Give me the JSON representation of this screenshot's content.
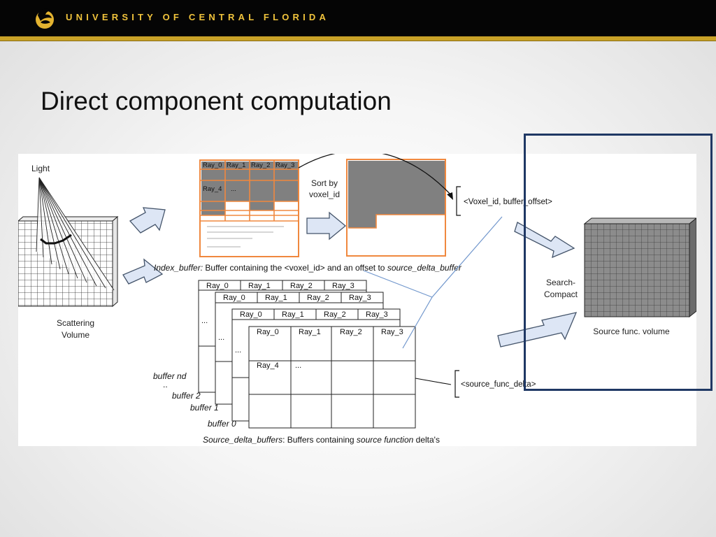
{
  "header": {
    "university_name": "UNIVERSITY OF CENTRAL FLORIDA",
    "logo_icon": "pegasus-logo-icon",
    "bar_color": "#050505",
    "stripe_color": "#c9a227",
    "text_color": "#f0c33c"
  },
  "slide": {
    "title": "Direct component computation"
  },
  "diagram": {
    "light_label": "Light",
    "scattering_volume_line1": "Scattering",
    "scattering_volume_line2": "Volume",
    "index_table": {
      "row1": [
        "Ray_0",
        "Ray_1",
        "Ray_2",
        "Ray_3"
      ],
      "row2_first": "Ray_4",
      "row2_ellipsis": "..."
    },
    "sort_line1": "Sort by",
    "sort_line2": "voxel_id",
    "voxel_pair": "<Voxel_id, buffer_offset>",
    "index_caption": {
      "italic1": "Index_buffer:",
      "plain": " Buffer containing the <voxel_id> and an offset to ",
      "italic2": "source_delta_buffer"
    },
    "buffer_headers": [
      "Ray_0",
      "Ray_1",
      "Ray_2",
      "Ray_3"
    ],
    "buffer_row2_first": "Ray_4",
    "ellipsis": "...",
    "buffer_labels": {
      "nd": "buffer nd",
      "dots": "..",
      "b2": "buffer 2",
      "b1": "buffer 1",
      "b0": "buffer 0"
    },
    "source_delta_label": "<source_func_delta>",
    "source_caption": {
      "italic1": "Source_delta_buffers",
      "plain1": ": Buffers containing ",
      "italic2": "source function",
      "plain2": " delta's"
    },
    "search_line1": "Search-",
    "search_line2": "Compact",
    "source_volume_label": "Source func. volume",
    "colors": {
      "orange": "#f0883e",
      "gray_fill": "#808080",
      "arrow_fill": "#dde6f5",
      "arrow_stroke": "#44546a",
      "connector_blue": "#7096cc",
      "highlight_box": "#1f3864"
    }
  }
}
